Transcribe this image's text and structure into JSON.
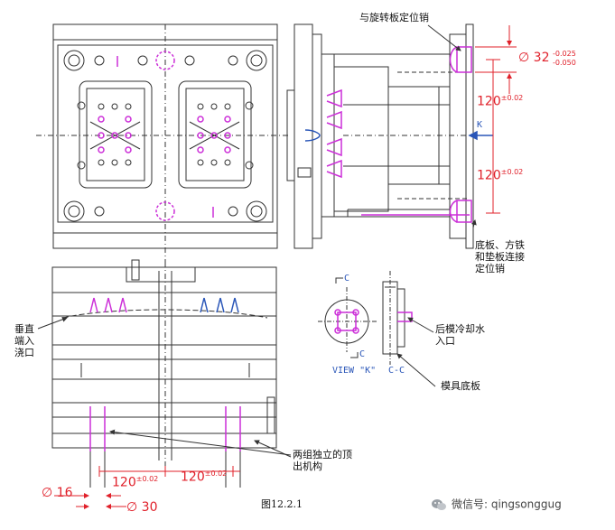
{
  "colors": {
    "line": "#333333",
    "dim": "#e0202a",
    "pink": "#cc2fd8",
    "blue": "#2a56b8",
    "bg": "#ffffff"
  },
  "labels": {
    "rotate_pin": "与旋转板定位销",
    "base_pin_l1": "底板、方铁",
    "base_pin_l2": "和垫板连接",
    "base_pin_l3": "定位销",
    "cooling_l1": "后模冷却水",
    "cooling_l2": "入口",
    "bottom_plate": "模具底板",
    "sprue_l1": "垂直",
    "sprue_l2": "端入",
    "sprue_l3": "浇口",
    "ejector_l1": "两组独立的顶",
    "ejector_l2": "出机构",
    "caption": "图12.2.1",
    "watermark": "微信号: qingsonggug"
  },
  "dims": {
    "phi32": "32",
    "phi32_upper": "-0.025",
    "phi32_lower": "-0.050",
    "v120_a": "120",
    "v120_b": "120",
    "tol": "±0.02",
    "phi16": "16",
    "phi30": "30",
    "h120_a": "120",
    "h120_b": "120"
  },
  "view_marks": {
    "k_arrow": "K",
    "view_k": "VIEW \"K\"",
    "section": "C-C",
    "c_top": "C",
    "c_bottom": "C"
  },
  "icons": [
    "diameter-symbol",
    "wechat-icon"
  ]
}
